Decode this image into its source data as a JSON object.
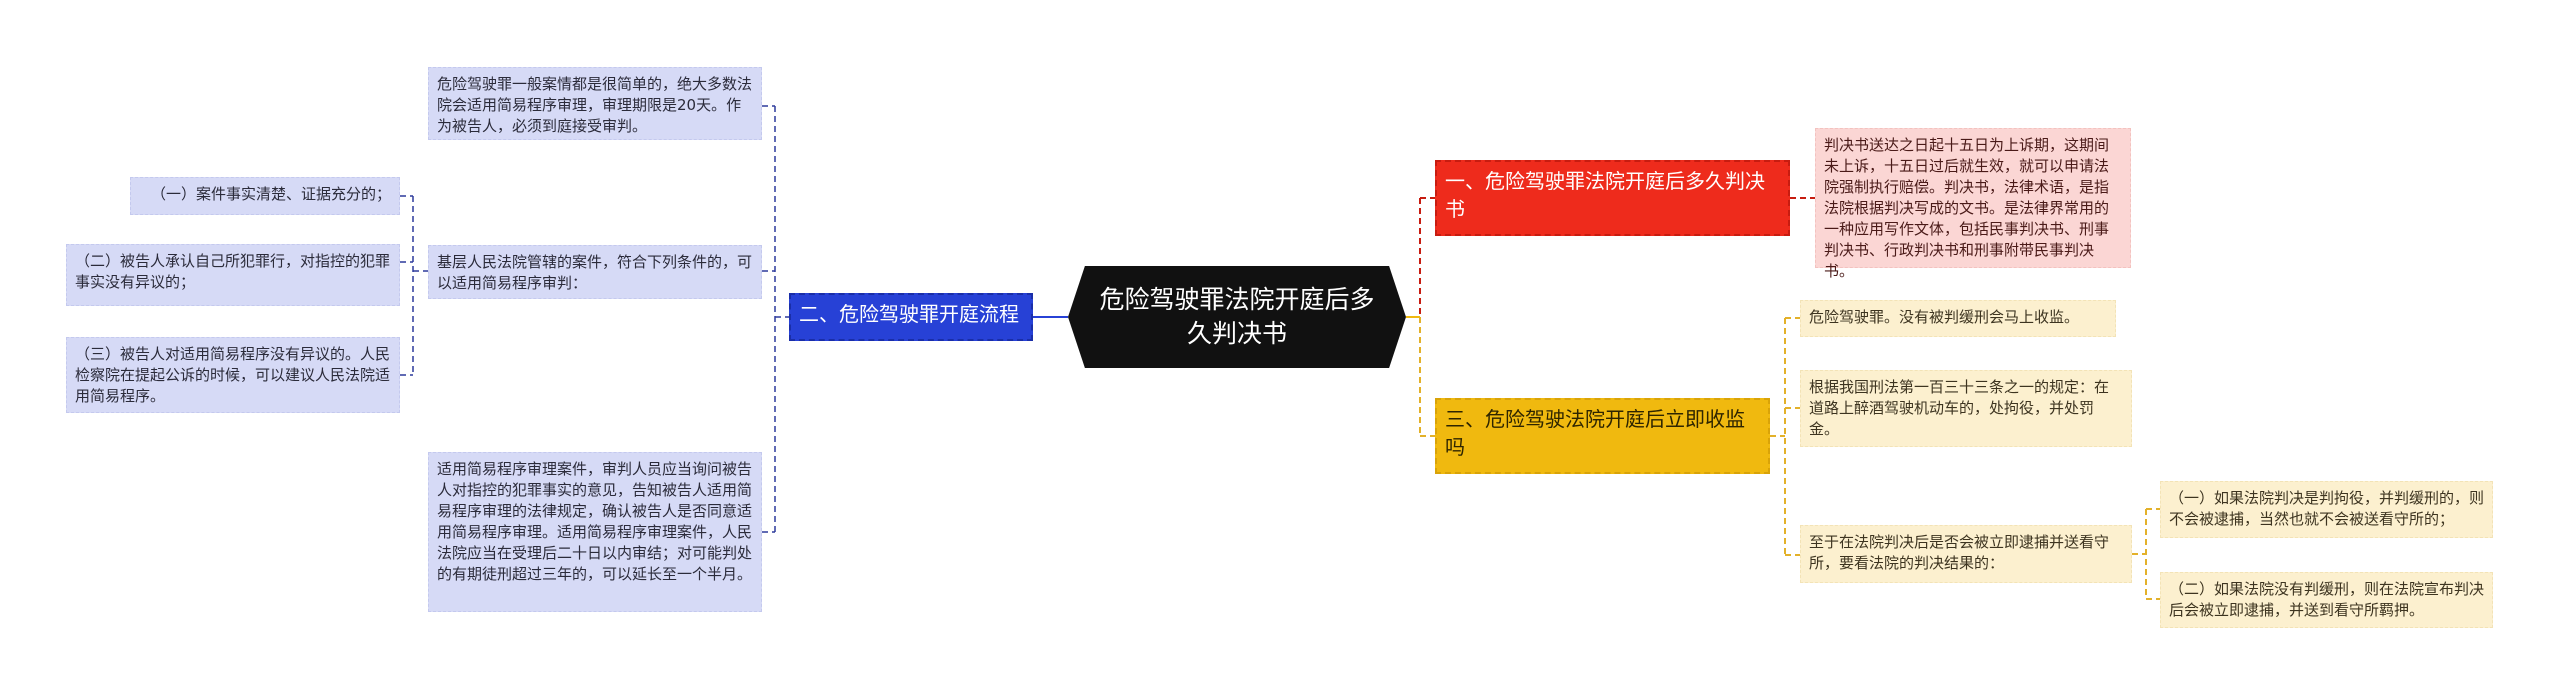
{
  "root": {
    "title": "危险驾驶罪法院开庭后多久判决书"
  },
  "branches": {
    "one": {
      "label": "一、危险驾驶罪法院开庭后多久判决书",
      "color": "#ee2b1c",
      "children": [
        "判决书送达之日起十五日为上诉期，这期间未上诉，十五日过后就生效，就可以申请法院强制执行赔偿。判决书，法律术语，是指法院根据判决写成的文书。是法律界常用的一种应用写作文体，包括民事判决书、刑事判决书、行政判决书和刑事附带民事判决书。"
      ]
    },
    "two": {
      "label": "二、危险驾驶罪开庭流程",
      "color": "#2741d6",
      "children": [
        "危险驾驶罪一般案情都是很简单的，绝大多数法院会适用简易程序审理，审理期限是20天。作为被告人，必须到庭接受审判。",
        "基层人民法院管辖的案件，符合下列条件的，可以适用简易程序审判：",
        "适用简易程序审理案件，审判人员应当询问被告人对指控的犯罪事实的意见，告知被告人适用简易程序审理的法律规定，确认被告人是否同意适用简易程序审理。适用简易程序审理案件，人民法院应当在受理后二十日以内审结；对可能判处的有期徒刑超过三年的，可以延长至一个半月。"
      ],
      "conditions": [
        "（一）案件事实清楚、证据充分的；",
        "（二）被告人承认自己所犯罪行，对指控的犯罪事实没有异议的；",
        "（三）被告人对适用简易程序没有异议的。人民检察院在提起公诉的时候，可以建议人民法院适用简易程序。"
      ]
    },
    "three": {
      "label": "三、危险驾驶法院开庭后立即收监吗",
      "color": "#f0b90f",
      "children": [
        "危险驾驶罪。没有被判缓刑会马上收监。",
        "根据我国刑法第一百三十三条之一的规定：在道路上醉酒驾驶机动车的，处拘役，并处罚金。",
        "至于在法院判决后是否会被立即逮捕并送看守所，要看法院的判决结果的："
      ],
      "outcomes": [
        "（一）如果法院判决是判拘役，并判缓刑的，则不会被逮捕，当然也就不会被送看守所的；",
        "（二）如果法院没有判缓刑，则在法院宣布判决后会被立即逮捕，并送到看守所羁押。"
      ]
    }
  }
}
